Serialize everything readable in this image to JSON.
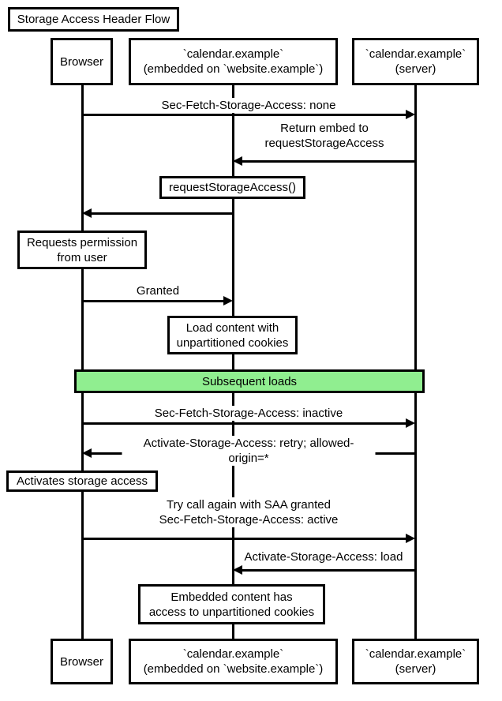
{
  "title": "Storage Access Header Flow",
  "diagram_type": "sequence-diagram",
  "colors": {
    "line": "#000000",
    "box_background": "#ffffff",
    "band_background": "#90ee90",
    "text": "#000000",
    "page_background": "#ffffff"
  },
  "participants": [
    {
      "id": "browser",
      "label": "Browser"
    },
    {
      "id": "embed",
      "label": "`calendar.example`\n(embedded on `website.example`)"
    },
    {
      "id": "server",
      "label": "`calendar.example`\n(server)"
    }
  ],
  "messages": [
    {
      "text": "Sec-Fetch-Storage-Access: none",
      "from": "browser",
      "to": "server",
      "direction": "right"
    },
    {
      "text": "Return embed to\nrequestStorageAccess",
      "from": "server",
      "to": "embed",
      "direction": "left"
    },
    {
      "text": "",
      "from": "embed",
      "to": "browser",
      "direction": "left"
    },
    {
      "text": "Granted",
      "from": "browser",
      "to": "embed",
      "direction": "right"
    },
    {
      "text": "Sec-Fetch-Storage-Access: inactive",
      "from": "browser",
      "to": "server",
      "direction": "right"
    },
    {
      "text": "Activate-Storage-Access: retry; allowed-origin=*",
      "from": "server",
      "to": "browser",
      "direction": "left"
    },
    {
      "text": "Try call again with SAA granted\nSec-Fetch-Storage-Access: active",
      "from": "browser",
      "to": "server",
      "direction": "right"
    },
    {
      "text": "Activate-Storage-Access: load",
      "from": "server",
      "to": "embed",
      "direction": "left"
    }
  ],
  "notes": [
    {
      "text": "requestStorageAccess()",
      "over": "embed"
    },
    {
      "text": "Requests permission\nfrom user",
      "over": "browser"
    },
    {
      "text": "Load content with\nunpartitioned cookies",
      "over": "embed"
    },
    {
      "text": "Activates storage access",
      "over": "browser"
    },
    {
      "text": "Embedded content has\naccess to unpartitioned cookies",
      "over": "embed"
    }
  ],
  "band": {
    "label": "Subsequent loads",
    "color": "#90ee90"
  }
}
